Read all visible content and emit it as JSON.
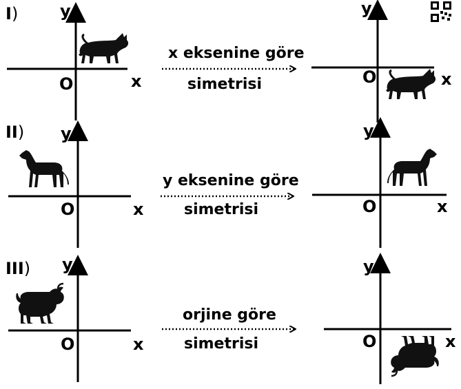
{
  "rows": [
    {
      "numeral": "I",
      "paren": ")",
      "caption_line1": "x eksenine göre",
      "caption_line2": "simetrisi",
      "animal": "cat",
      "left": {
        "y": "y",
        "x": "x",
        "origin": "O"
      },
      "right": {
        "y": "y",
        "x": "x",
        "origin": "O"
      }
    },
    {
      "numeral": "II",
      "paren": ")",
      "caption_line1": "y eksenine göre",
      "caption_line2": "simetrisi",
      "animal": "dog",
      "left": {
        "y": "y",
        "x": "x",
        "origin": "O"
      },
      "right": {
        "y": "y",
        "x": "x",
        "origin": "O"
      }
    },
    {
      "numeral": "III",
      "paren": ")",
      "caption_line1": "orjine göre",
      "caption_line2": "simetrisi",
      "animal": "bull",
      "left": {
        "y": "y",
        "x": "x",
        "origin": "O"
      },
      "right": {
        "y": "y",
        "x": "x",
        "origin": "O"
      }
    }
  ],
  "icons": {
    "qr": "qr-code-icon",
    "arrow": "dotted-arrow-icon"
  },
  "colors": {
    "ink": "#000000",
    "background": "#ffffff"
  }
}
